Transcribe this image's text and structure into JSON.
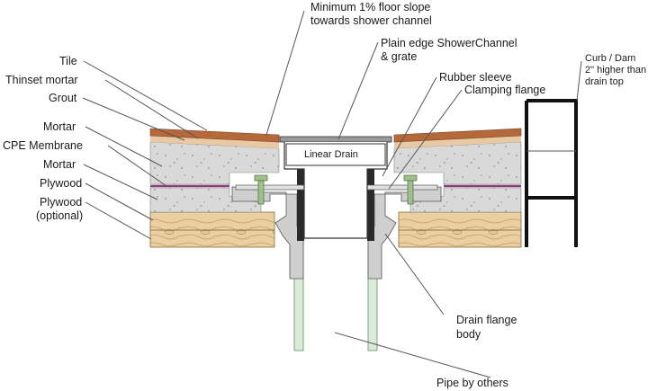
{
  "labels": {
    "floor_slope_line1": "Minimum 1% floor slope",
    "floor_slope_line2": "towards shower channel",
    "channel_line1": "Plain edge ShowerChannel",
    "channel_line2": "& grate",
    "rubber_sleeve": "Rubber sleeve",
    "clamping_flange": "Clamping flange",
    "curb_line1": "Curb / Dam",
    "curb_line2": "2\" higher than",
    "curb_line3": "drain top",
    "tile": "Tile",
    "thinset": "Thinset mortar",
    "grout": "Grout",
    "mortar_top": "Mortar",
    "cpe_membrane": "CPE Membrane",
    "mortar_bottom": "Mortar",
    "plywood": "Plywood",
    "plywood_optional_line1": "Plywood",
    "plywood_optional_line2": "(optional)",
    "linear_drain": "Linear Drain",
    "drain_flange_line1": "Drain flange",
    "drain_flange_line2": "body",
    "pipe": "Pipe by others"
  },
  "colors": {
    "tile": "#b5683a",
    "thinset": "#e8c9a4",
    "mortar": "#d9d9d9",
    "membrane": "#8a3f7c",
    "plywood": "#e9cfa1",
    "pipe": "#d8ecd8",
    "flange": "#cfcfcf",
    "sleeve": "#2a2a2a",
    "bolt": "#9fbf8f"
  }
}
